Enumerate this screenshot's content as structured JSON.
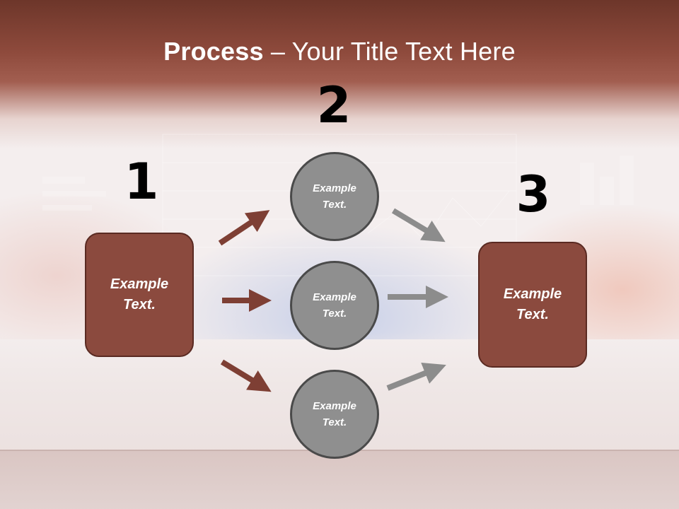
{
  "slide": {
    "title_bold": "Process",
    "title_rest": " – Your Title Text Here",
    "steps": [
      "1",
      "2",
      "3"
    ],
    "boxes": [
      {
        "text": "Example Text."
      },
      {
        "text": "Example Text."
      }
    ],
    "circles": [
      {
        "text": "Example Text."
      },
      {
        "text": "Example Text."
      },
      {
        "text": "Example Text."
      }
    ]
  },
  "colors": {
    "accent_brown": "#8b4a3e",
    "circle_gray": "#8f8f8f",
    "arrow_brown": "#7e3f34",
    "arrow_gray": "#8c8c8c"
  }
}
